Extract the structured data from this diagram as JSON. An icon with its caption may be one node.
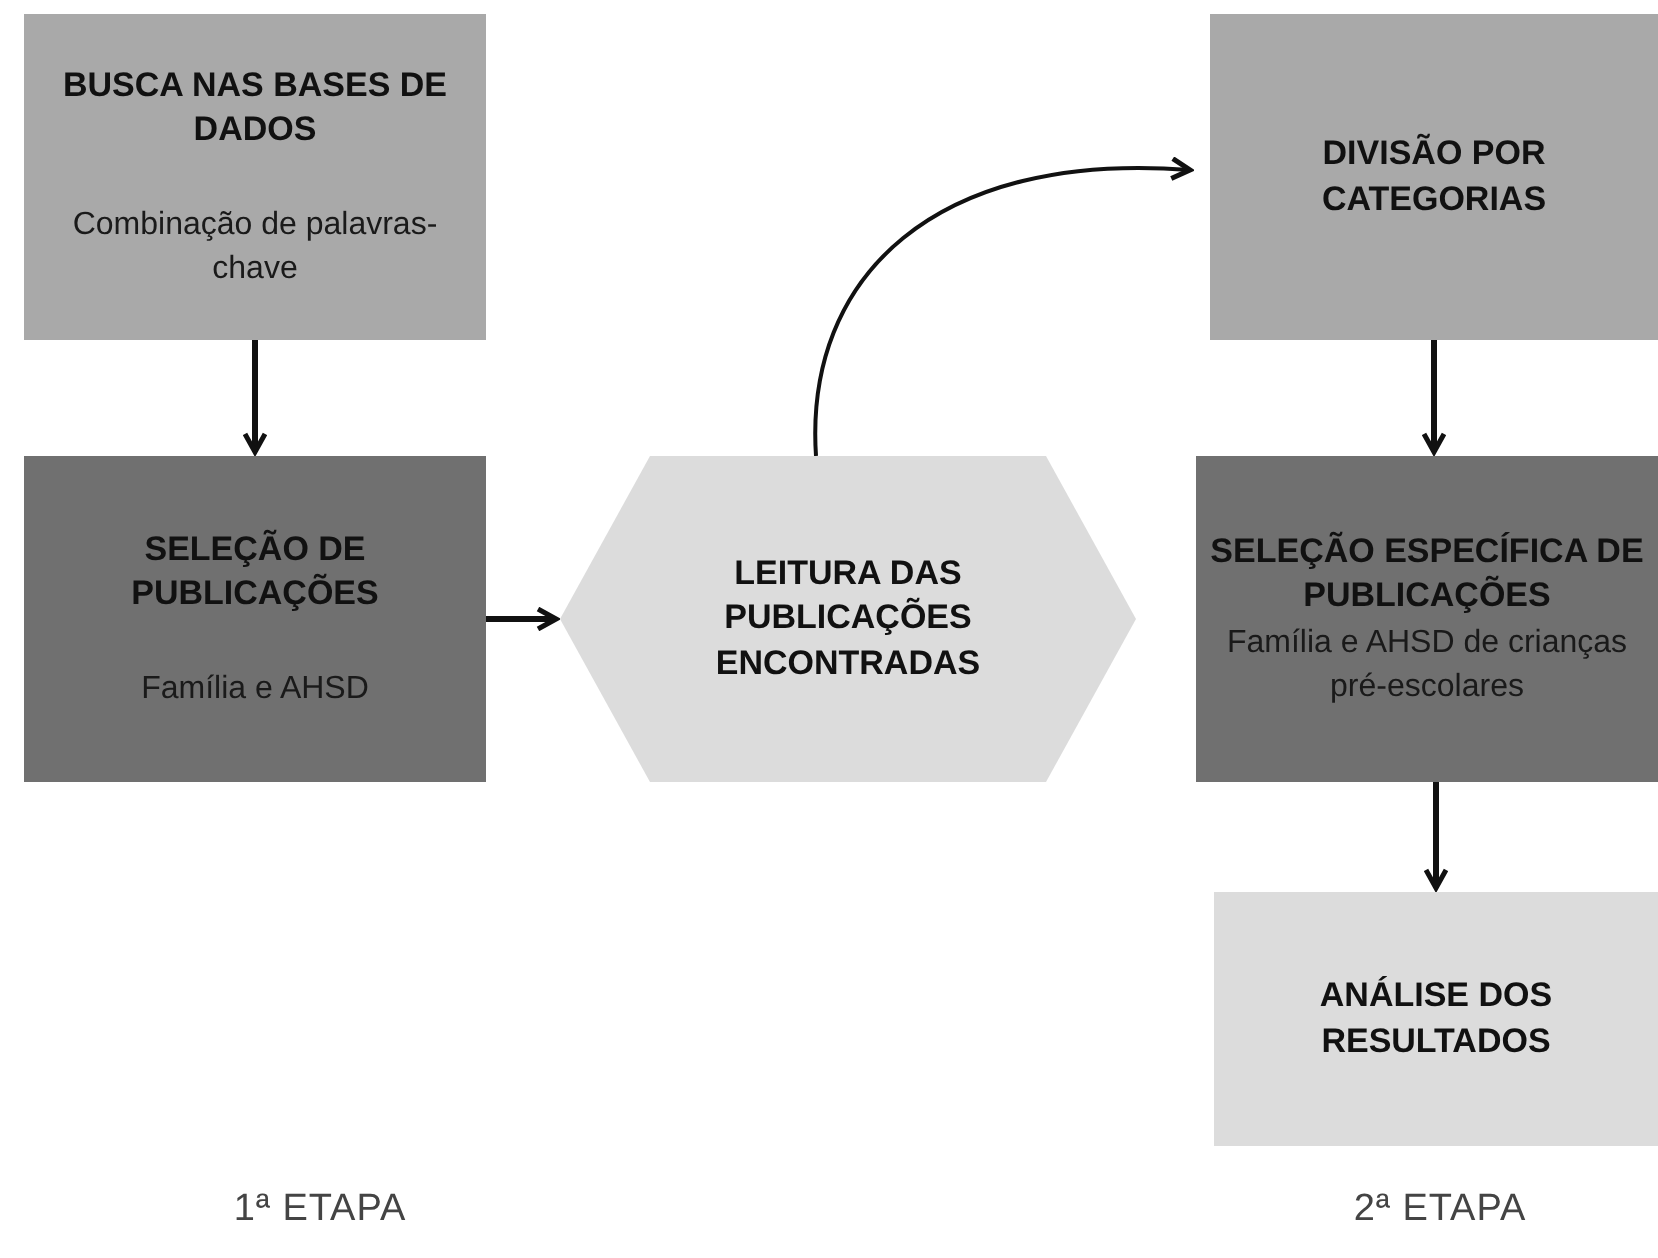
{
  "diagram": {
    "nodes": [
      {
        "text": [
          "BUSCA NAS BASES DE DADOS",
          "Combinação de palavras-chave"
        ]
      },
      {
        "text": [
          "SELEÇÃO DE PUBLICAÇÕES",
          "Família e AHSD"
        ]
      },
      {
        "text": [
          "LEITURA DAS PUBLICAÇÕES ENCONTRADAS"
        ]
      },
      {
        "text": [
          "DIVISÃO POR CATEGORIAS"
        ]
      },
      {
        "text": [
          "SELEÇÃO ESPECÍFICA DE PUBLICAÇÕES",
          "Família e AHSD de crianças pré-escolares"
        ]
      },
      {
        "text": [
          "ANÁLISE DOS RESULTADOS"
        ]
      }
    ],
    "edges": [
      {
        "from": 0,
        "to": 1,
        "arrow": "to"
      },
      {
        "from": 1,
        "to": 2,
        "arrow": "to"
      },
      {
        "from": 2,
        "to": 3,
        "arrow": "to"
      },
      {
        "from": 3,
        "to": 4,
        "arrow": "to"
      },
      {
        "from": 4,
        "to": 5,
        "arrow": "to"
      }
    ],
    "labels": [
      "1ª ETAPA",
      "2ª ETAPA"
    ]
  }
}
